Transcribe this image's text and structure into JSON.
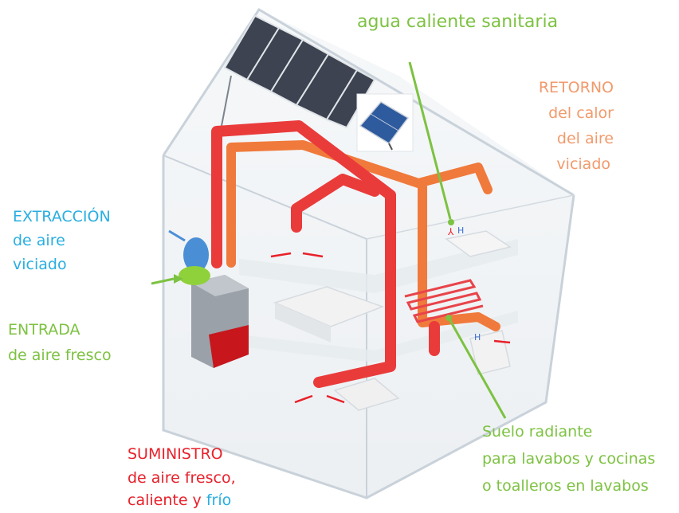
{
  "labels": {
    "hot_water": "agua caliente sanitaria",
    "return_line1": "RETORNO",
    "return_line2": "del calor",
    "return_line3": "del aire",
    "return_line4": "viciado",
    "extraction_line1": "EXTRACCIÓN",
    "extraction_line2": "de aire",
    "extraction_line3": "viciado",
    "intake_line1": "ENTRADA",
    "intake_line2": "de aire fresco",
    "supply_line1": "SUMINISTRO",
    "supply_line2": "de aire fresco,",
    "supply_line3_a": "caliente y ",
    "supply_line3_b": "frío",
    "floor_line1": "Suelo radiante",
    "floor_line2": "para lavabos y cocinas",
    "floor_line3": "o toalleros en lavabos"
  },
  "colors": {
    "supply_duct": "#ea3b3b",
    "return_duct": "#f07a3c",
    "exhaust_duct": "#4a8fd6",
    "intake_duct": "#8fd13a",
    "leader_line": "#7dc242",
    "house_outline": "#c9d2da",
    "heat_unit": "#c8161d"
  }
}
